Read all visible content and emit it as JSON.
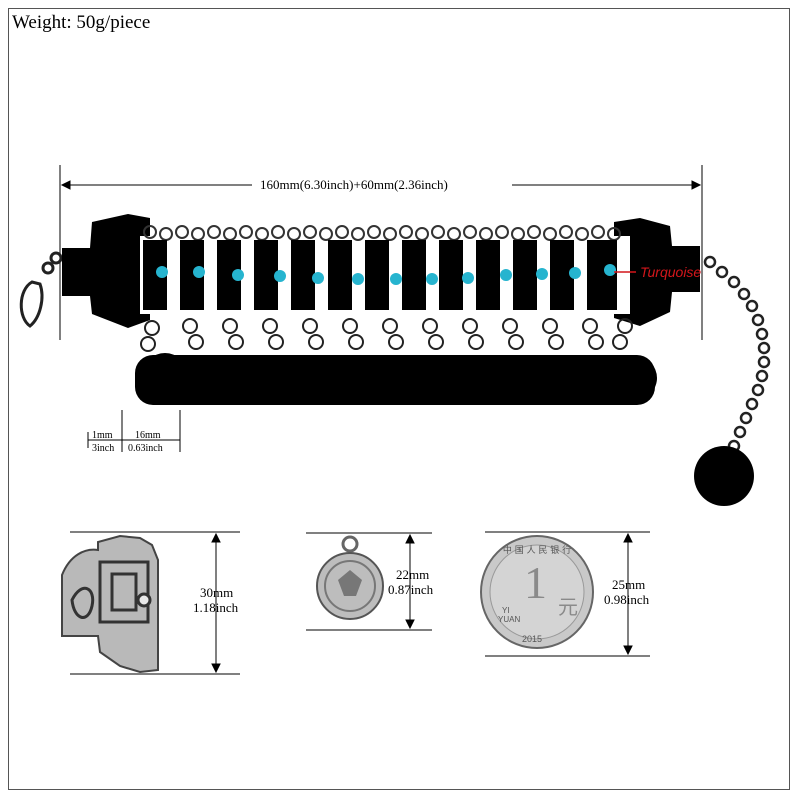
{
  "weight": "Weight: 50g/piece",
  "length": "160mm(6.30inch)+60mm(2.36inch)",
  "stone_label": "Turquoise",
  "small_dim_a_mm": "1mm",
  "small_dim_a_in": "3inch",
  "small_dim_b_mm": "16mm",
  "small_dim_b_in": "0.63inch",
  "end_cap_mm": "30mm",
  "end_cap_in": "1.18inch",
  "coin_mm": "22mm",
  "coin_in": "0.87inch",
  "reference_coin_mm": "25mm",
  "reference_coin_in": "0.98inch",
  "coin_text_top": "中 国 人 民 银 行",
  "coin_denomination": "1",
  "coin_unit": "元",
  "coin_text_left": "YI",
  "coin_text_right": "YUAN",
  "coin_year": "2015"
}
